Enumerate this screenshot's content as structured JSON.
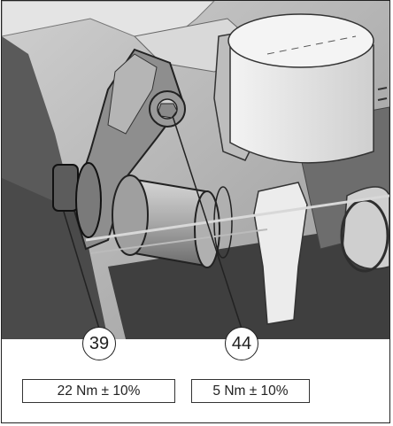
{
  "callouts": [
    {
      "number": "39",
      "torque": "22 Nm ± 10%"
    },
    {
      "number": "44",
      "torque": "5 Nm ± 10%"
    }
  ],
  "colors": {
    "background": "#ffffff",
    "outline": "#222222",
    "photo_light": "#e9e9e9",
    "photo_mid": "#b8b8b8",
    "photo_dark": "#555555"
  }
}
